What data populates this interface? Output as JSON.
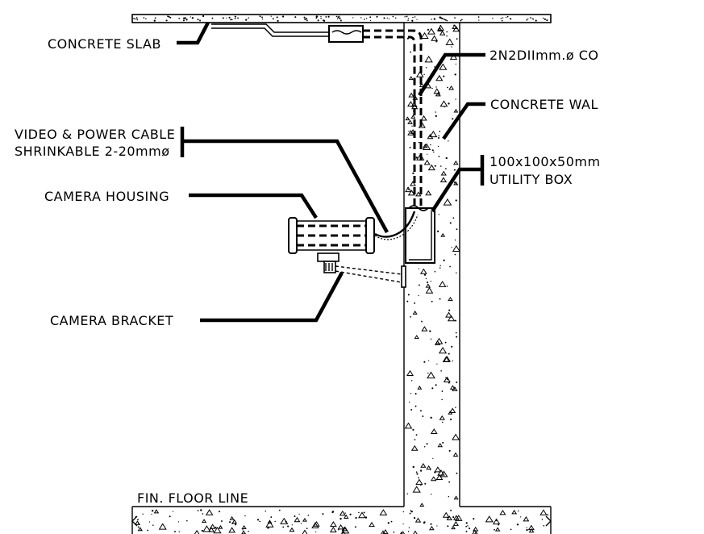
{
  "labels": {
    "concrete_slab": "CONCRETE SLAB",
    "conduit": "2N2DIImm.ø CO",
    "concrete_wall": "CONCRETE WAL",
    "cable_line1": "VIDEO & POWER CABLE",
    "cable_line2": "SHRINKABLE 2-20mmø",
    "utility_box_line1": "100x100x50mm",
    "utility_box_line2": "UTILITY BOX",
    "camera_housing": "CAMERA HOUSING",
    "camera_bracket": "CAMERA BRACKET",
    "floor_line": "FIN. FLOOR LINE"
  }
}
